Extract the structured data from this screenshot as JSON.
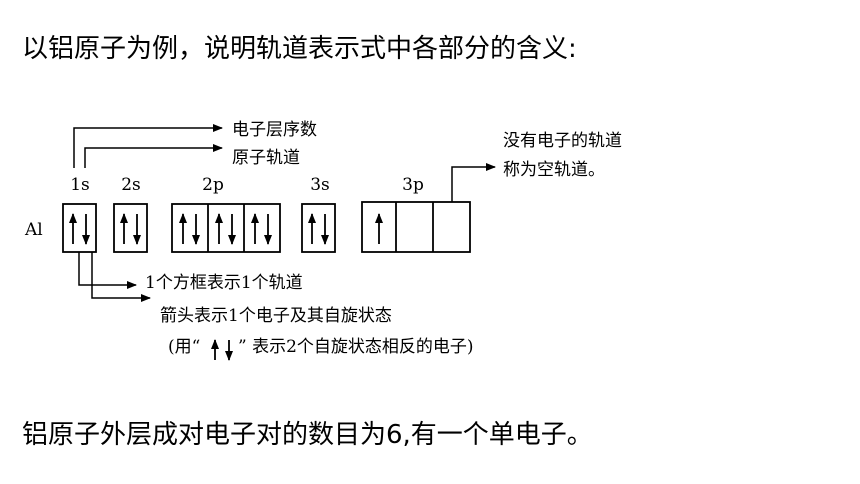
{
  "heading": "以铝原子为例，说明轨道表示式中各部分的含义:",
  "conclusion": "铝原子外层成对电子对的数目为6,有一个单电子。",
  "diagram": {
    "element": "Al",
    "subshells": [
      "1s",
      "2s",
      "2p",
      "3s",
      "3p"
    ],
    "callouts": {
      "energy_level_order": "电子层序数",
      "atomic_orbital": "原子轨道",
      "empty_orbital_line1": "没有电子的轨道",
      "empty_orbital_line2": "称为空轨道。",
      "box_means_orbital": "1个方框表示1个轨道",
      "arrow_means_electron": "箭头表示1个电子及其自旋状态",
      "opposite_spin_prefix": "(用“",
      "opposite_spin_suffix": "” 表示2个自旋状态相反的电子)"
    }
  }
}
